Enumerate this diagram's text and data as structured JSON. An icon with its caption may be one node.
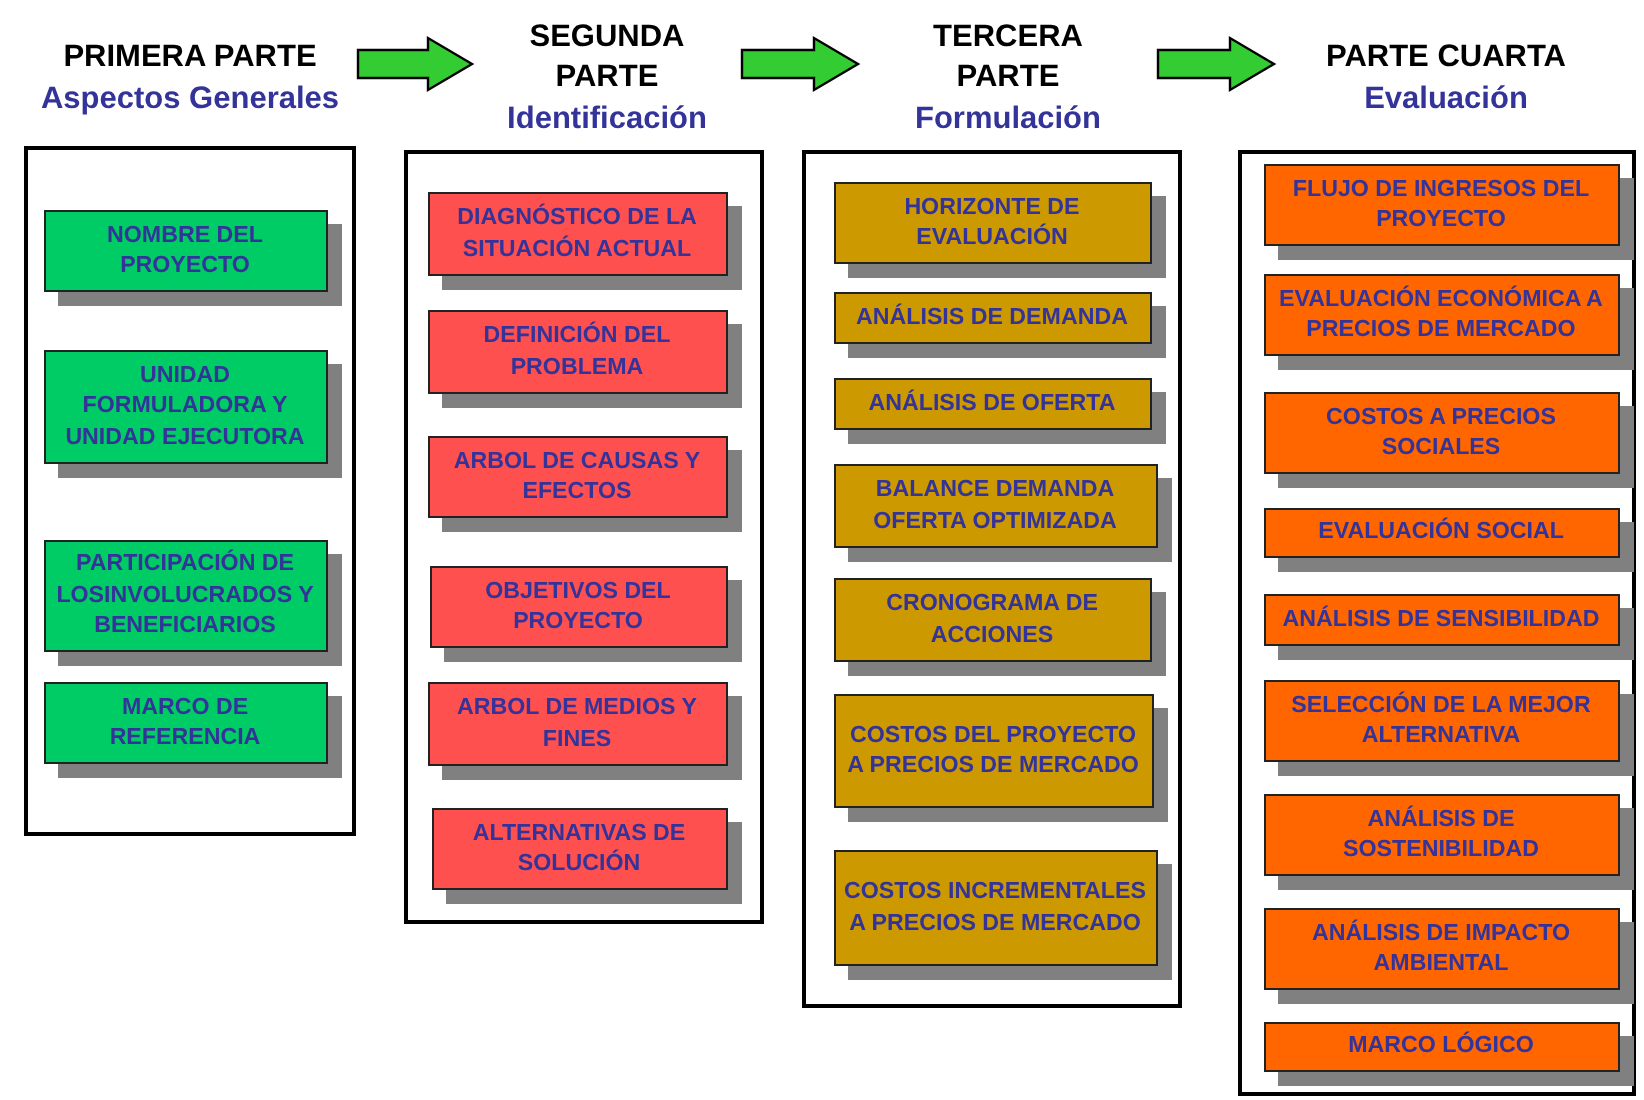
{
  "diagram": {
    "nodes": [
      {
        "text": [
          "PRIMERA PARTE",
          "Aspectos Generales"
        ]
      },
      {
        "text": [],
        "shape": "box"
      },
      {
        "text": [
          "NOMBRE DEL PROYECTO"
        ],
        "in": 1
      },
      {
        "text": [
          "UNIDAD FORMULADORA Y UNIDAD EJECUTORA"
        ],
        "in": 1
      },
      {
        "text": [
          "PARTICIPACIÓN DE LOSINVOLUCRADOS Y BENEFICIARIOS"
        ],
        "in": 1
      },
      {
        "text": [
          "MARCO DE REFERENCIA"
        ],
        "in": 1
      },
      {
        "text": [
          "SEGUNDA PARTE",
          "Identificación"
        ]
      },
      {
        "text": [],
        "shape": "box"
      },
      {
        "text": [
          "DIAGNÓSTICO DE LA SITUACIÓN ACTUAL"
        ],
        "in": 7
      },
      {
        "text": [
          "DEFINICIÓN DEL PROBLEMA"
        ],
        "in": 7
      },
      {
        "text": [
          "ARBOL DE CAUSAS Y EFECTOS"
        ],
        "in": 7
      },
      {
        "text": [
          "OBJETIVOS DEL PROYECTO"
        ],
        "in": 7
      },
      {
        "text": [
          "ARBOL DE MEDIOS Y FINES"
        ],
        "in": 7
      },
      {
        "text": [
          "ALTERNATIVAS DE SOLUCIÓN"
        ],
        "in": 7
      },
      {
        "text": [
          "TERCERA PARTE",
          "Formulación"
        ]
      },
      {
        "text": [],
        "shape": "box"
      },
      {
        "text": [
          "HORIZONTE DE EVALUACIÓN"
        ],
        "in": 15
      },
      {
        "text": [
          "ANÁLISIS DE DEMANDA"
        ],
        "in": 15
      },
      {
        "text": [
          "ANÁLISIS DE OFERTA"
        ],
        "in": 15
      },
      {
        "text": [
          "BALANCE DEMANDA OFERTA OPTIMIZADA"
        ],
        "in": 15
      },
      {
        "text": [
          "CRONOGRAMA DE ACCIONES"
        ],
        "in": 15
      },
      {
        "text": [
          "COSTOS DEL PROYECTO A PRECIOS DE MERCADO"
        ],
        "in": 15
      },
      {
        "text": [
          "COSTOS INCREMENTALES A PRECIOS DE MERCADO"
        ],
        "in": 15
      },
      {
        "text": [
          "PARTE CUARTA",
          "Evaluación"
        ]
      },
      {
        "text": [],
        "shape": "box"
      },
      {
        "text": [
          "FLUJO DE INGRESOS DEL PROYECTO"
        ],
        "in": 24
      },
      {
        "text": [
          "EVALUACIÓN ECONÓMICA A PRECIOS DE MERCADO"
        ],
        "in": 24
      },
      {
        "text": [
          "COSTOS A PRECIOS SOCIALES"
        ],
        "in": 24
      },
      {
        "text": [
          "EVALUACIÓN SOCIAL"
        ],
        "in": 24
      },
      {
        "text": [
          "ANÁLISIS DE SENSIBILIDAD"
        ],
        "in": 24
      },
      {
        "text": [
          "SELECCIÓN DE LA MEJOR ALTERNATIVA"
        ],
        "in": 24
      },
      {
        "text": [
          "ANÁLISIS DE SOSTENIBILIDAD"
        ],
        "in": 24
      },
      {
        "text": [
          "ANÁLISIS DE IMPACTO AMBIENTAL"
        ],
        "in": 24
      },
      {
        "text": [
          "MARCO LÓGICO"
        ],
        "in": 24
      }
    ],
    "edges": [
      {
        "from": 0,
        "to": 6,
        "arrow": "to"
      },
      {
        "from": 6,
        "to": 14,
        "arrow": "to"
      },
      {
        "from": 14,
        "to": 23,
        "arrow": "to"
      }
    ]
  }
}
